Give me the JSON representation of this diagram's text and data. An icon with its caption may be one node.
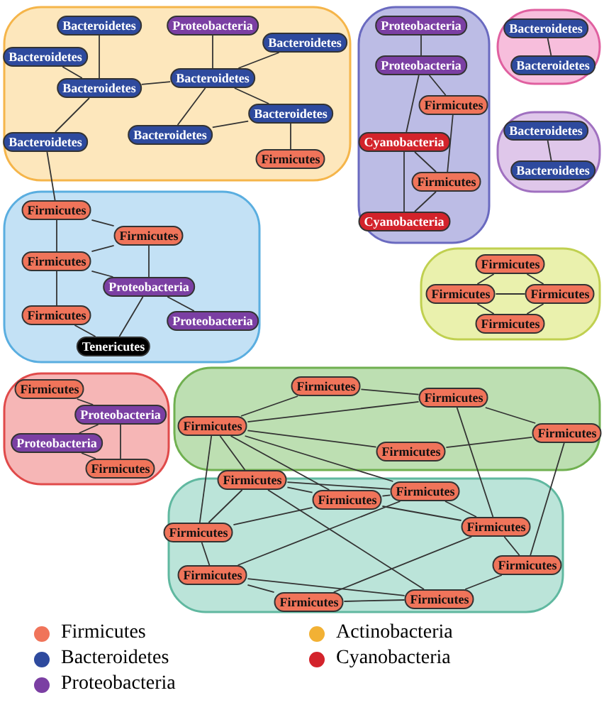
{
  "diagram": {
    "nodes": [
      {
        "text": [],
        "shape": "blob"
      },
      {
        "text": [
          "Proteobacteria"
        ],
        "in": 0
      },
      {
        "text": [
          "Firmicutes"
        ],
        "in": 0
      },
      {
        "text": [
          "Bacteroidetes"
        ],
        "in": 0
      },
      {
        "text": [
          "Bacteroidetes"
        ],
        "in": 0
      },
      {
        "text": [
          "Bacteroidetes"
        ],
        "in": 0
      },
      {
        "text": [
          "Bacteroidetes"
        ],
        "in": 0
      },
      {
        "text": [
          "Bacteroidetes"
        ],
        "in": 0
      },
      {
        "text": [
          "Bacteroidetes"
        ],
        "in": 0
      },
      {
        "text": [
          "Bacteroidetes"
        ],
        "in": 0
      },
      {
        "text": [
          "Bacteroidetes"
        ],
        "in": 0
      },
      {
        "text": [],
        "shape": "blob"
      },
      {
        "text": [
          "Firmicutes"
        ],
        "in": 11
      },
      {
        "text": [
          "Firmicutes"
        ],
        "in": 11
      },
      {
        "text": [
          "Firmicutes"
        ],
        "in": 11
      },
      {
        "text": [
          "Proteobacteria"
        ],
        "in": 11
      },
      {
        "text": [
          "Proteobacteria"
        ],
        "in": 11
      },
      {
        "text": [
          "Firmicutes"
        ],
        "in": 11
      },
      {
        "text": [
          "Tenericutes"
        ],
        "in": 11
      },
      {
        "text": [],
        "shape": "blob"
      },
      {
        "text": [
          "Proteobacteria"
        ],
        "in": 19
      },
      {
        "text": [
          "Proteobacteria"
        ],
        "in": 19
      },
      {
        "text": [
          "Firmicutes"
        ],
        "in": 19
      },
      {
        "text": [
          "Cyanobacteria"
        ],
        "in": 19
      },
      {
        "text": [
          "Firmicutes"
        ],
        "in": 19
      },
      {
        "text": [
          "Cyanobacteria"
        ],
        "in": 19
      },
      {
        "text": [],
        "shape": "blob"
      },
      {
        "text": [
          "Bacteroidetes"
        ],
        "in": 26
      },
      {
        "text": [
          "Bacteroidetes"
        ],
        "in": 26
      },
      {
        "text": [],
        "shape": "blob"
      },
      {
        "text": [
          "Bacteroidetes"
        ],
        "in": 29
      },
      {
        "text": [
          "Bacteroidetes"
        ],
        "in": 29
      },
      {
        "text": [],
        "shape": "blob"
      },
      {
        "text": [
          "Firmicutes"
        ],
        "in": 32
      },
      {
        "text": [
          "Proteobacteria"
        ],
        "in": 32
      },
      {
        "text": [
          "Proteobacteria"
        ],
        "in": 32
      },
      {
        "text": [
          "Firmicutes"
        ],
        "in": 32
      },
      {
        "text": [],
        "shape": "blob"
      },
      {
        "text": [
          "Firmicutes"
        ],
        "in": 37
      },
      {
        "text": [
          "Firmicutes"
        ],
        "in": 37
      },
      {
        "text": [
          "Firmicutes"
        ],
        "in": 37
      },
      {
        "text": [
          "Firmicutes"
        ],
        "in": 37
      },
      {
        "text": [],
        "shape": "blob"
      },
      {
        "text": [
          "Firmicutes"
        ],
        "in": 42
      },
      {
        "text": [
          "Firmicutes"
        ],
        "in": 42
      },
      {
        "text": [
          "Firmicutes"
        ],
        "in": 42
      },
      {
        "text": [
          "Firmicutes"
        ],
        "in": 42
      },
      {
        "text": [
          "Firmicutes"
        ],
        "in": 42
      },
      {
        "text": [],
        "shape": "blob"
      },
      {
        "text": [
          "Firmicutes"
        ],
        "in": 48
      },
      {
        "text": [
          "Firmicutes"
        ],
        "in": 48
      },
      {
        "text": [
          "Firmicutes"
        ],
        "in": 48
      },
      {
        "text": [
          "Firmicutes"
        ],
        "in": 48
      },
      {
        "text": [
          "Firmicutes"
        ],
        "in": 48
      },
      {
        "text": [
          "Firmicutes"
        ],
        "in": 48
      },
      {
        "text": [
          "Firmicutes"
        ],
        "in": 48
      },
      {
        "text": [
          "Firmicutes"
        ],
        "in": 48
      },
      {
        "text": [
          "Firmicutes"
        ],
        "in": 48
      }
    ],
    "edges": [
      {
        "from": 3,
        "to": 5,
        "arrow": "none"
      },
      {
        "from": 4,
        "to": 5,
        "arrow": "none"
      },
      {
        "from": 5,
        "to": 9,
        "arrow": "none"
      },
      {
        "from": 5,
        "to": 6,
        "arrow": "none"
      },
      {
        "from": 6,
        "to": 1,
        "arrow": "none"
      },
      {
        "from": 6,
        "to": 7,
        "arrow": "none"
      },
      {
        "from": 6,
        "to": 10,
        "arrow": "none"
      },
      {
        "from": 7,
        "to": 2,
        "arrow": "none"
      },
      {
        "from": 7,
        "to": 8,
        "arrow": "none"
      },
      {
        "from": 6,
        "to": 8,
        "arrow": "none"
      },
      {
        "from": 9,
        "to": 12,
        "arrow": "none"
      },
      {
        "from": 12,
        "to": 13,
        "arrow": "none"
      },
      {
        "from": 12,
        "to": 14,
        "arrow": "none"
      },
      {
        "from": 13,
        "to": 14,
        "arrow": "none"
      },
      {
        "from": 13,
        "to": 15,
        "arrow": "none"
      },
      {
        "from": 14,
        "to": 15,
        "arrow": "none"
      },
      {
        "from": 14,
        "to": 17,
        "arrow": "none"
      },
      {
        "from": 17,
        "to": 18,
        "arrow": "none"
      },
      {
        "from": 15,
        "to": 18,
        "arrow": "none"
      },
      {
        "from": 15,
        "to": 16,
        "arrow": "none"
      },
      {
        "from": 20,
        "to": 21,
        "arrow": "none"
      },
      {
        "from": 21,
        "to": 22,
        "arrow": "none"
      },
      {
        "from": 21,
        "to": 23,
        "arrow": "none"
      },
      {
        "from": 23,
        "to": 24,
        "arrow": "none"
      },
      {
        "from": 22,
        "to": 24,
        "arrow": "none"
      },
      {
        "from": 23,
        "to": 25,
        "arrow": "none"
      },
      {
        "from": 25,
        "to": 24,
        "arrow": "none"
      },
      {
        "from": 27,
        "to": 28,
        "arrow": "none"
      },
      {
        "from": 30,
        "to": 31,
        "arrow": "none"
      },
      {
        "from": 33,
        "to": 34,
        "arrow": "none"
      },
      {
        "from": 34,
        "to": 35,
        "arrow": "none"
      },
      {
        "from": 34,
        "to": 36,
        "arrow": "none"
      },
      {
        "from": 35,
        "to": 36,
        "arrow": "none"
      },
      {
        "from": 38,
        "to": 39,
        "arrow": "none"
      },
      {
        "from": 38,
        "to": 40,
        "arrow": "none"
      },
      {
        "from": 39,
        "to": 40,
        "arrow": "none"
      },
      {
        "from": 39,
        "to": 41,
        "arrow": "none"
      },
      {
        "from": 40,
        "to": 41,
        "arrow": "none"
      },
      {
        "from": 43,
        "to": 44,
        "arrow": "none"
      },
      {
        "from": 43,
        "to": 45,
        "arrow": "none"
      },
      {
        "from": 44,
        "to": 45,
        "arrow": "none"
      },
      {
        "from": 45,
        "to": 46,
        "arrow": "none"
      },
      {
        "from": 44,
        "to": 47,
        "arrow": "none"
      },
      {
        "from": 46,
        "to": 47,
        "arrow": "none"
      },
      {
        "from": 44,
        "to": 49,
        "arrow": "none"
      },
      {
        "from": 44,
        "to": 50,
        "arrow": "none"
      },
      {
        "from": 44,
        "to": 51,
        "arrow": "none"
      },
      {
        "from": 44,
        "to": 52,
        "arrow": "none"
      },
      {
        "from": 45,
        "to": 53,
        "arrow": "none"
      },
      {
        "from": 46,
        "to": 54,
        "arrow": "none"
      },
      {
        "from": 49,
        "to": 50,
        "arrow": "none"
      },
      {
        "from": 49,
        "to": 51,
        "arrow": "none"
      },
      {
        "from": 50,
        "to": 51,
        "arrow": "none"
      },
      {
        "from": 50,
        "to": 52,
        "arrow": "none"
      },
      {
        "from": 51,
        "to": 52,
        "arrow": "none"
      },
      {
        "from": 51,
        "to": 53,
        "arrow": "none"
      },
      {
        "from": 52,
        "to": 53,
        "arrow": "none"
      },
      {
        "from": 52,
        "to": 55,
        "arrow": "none"
      },
      {
        "from": 53,
        "to": 54,
        "arrow": "none"
      },
      {
        "from": 54,
        "to": 56,
        "arrow": "none"
      },
      {
        "from": 55,
        "to": 56,
        "arrow": "none"
      },
      {
        "from": 55,
        "to": 57,
        "arrow": "none"
      },
      {
        "from": 56,
        "to": 57,
        "arrow": "none"
      },
      {
        "from": 49,
        "to": 55,
        "arrow": "none"
      },
      {
        "from": 50,
        "to": 56,
        "arrow": "none"
      },
      {
        "from": 53,
        "to": 57,
        "arrow": "none"
      }
    ],
    "legend": [
      {
        "text": "Firmicutes",
        "color": "#f0745a"
      },
      {
        "text": "Actinobacteria",
        "color": "#f2b134"
      },
      {
        "text": "Bacteroidetes",
        "color": "#2e4a9e"
      },
      {
        "text": "Cyanobacteria",
        "color": "#d3232b"
      },
      {
        "text": "Proteobacteria",
        "color": "#7b3fa3"
      }
    ]
  }
}
